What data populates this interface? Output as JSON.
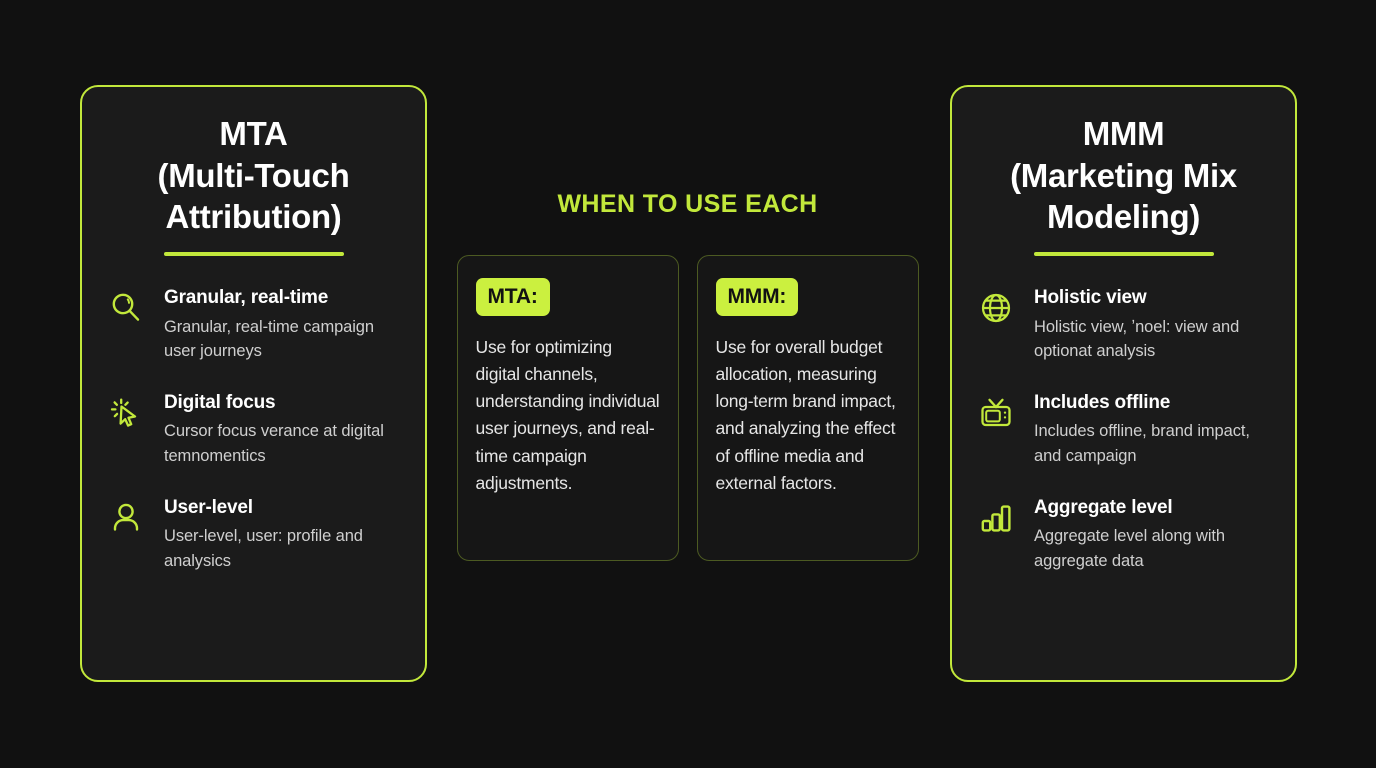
{
  "page": {
    "background_color": "#111111",
    "accent_color": "#c2e83b",
    "card_background": "#1b1b1b",
    "text_color": "#ffffff",
    "muted_text_color": "#cfcfcf"
  },
  "left_card": {
    "title": "MTA\n(Multi-Touch Attribution)",
    "title_line_1": "MTA",
    "title_line_2": "(Multi-Touch",
    "title_line_3": "Attribution)",
    "features": [
      {
        "icon": "magnifier-icon",
        "title": "Granular, real-time",
        "desc": "Granular, real-time campaign user journeys"
      },
      {
        "icon": "cursor-click-icon",
        "title": "Digital focus",
        "desc": "Cursor focus verance at digital temnomentics"
      },
      {
        "icon": "user-icon",
        "title": "User-level",
        "desc": "User-level, user: profile and analysics"
      }
    ]
  },
  "center": {
    "heading": "WHEN TO USE EACH",
    "boxes": [
      {
        "badge": "MTA:",
        "body": "Use for optimizing digital channels, understanding individual user journeys, and real-time campaign adjustments."
      },
      {
        "badge": "MMM:",
        "body": "Use for overall budget allocation, measuring long-term brand impact, and analyzing the effect of offline media and external factors."
      }
    ]
  },
  "right_card": {
    "title": "MMM\n(Marketing Mix Modeling)",
    "title_line_1": "MMM",
    "title_line_2": "(Marketing Mix",
    "title_line_3": "Modeling)",
    "features": [
      {
        "icon": "globe-icon",
        "title": "Holistic view",
        "desc": "Holistic view, ʼnoel: view and optionat analysis"
      },
      {
        "icon": "television-icon",
        "title": "Includes offline",
        "desc": "Includes offline, brand impact, and campaign"
      },
      {
        "icon": "bar-chart-icon",
        "title": "Aggregate level",
        "desc": "Aggregate level along with aggregate data"
      }
    ]
  }
}
